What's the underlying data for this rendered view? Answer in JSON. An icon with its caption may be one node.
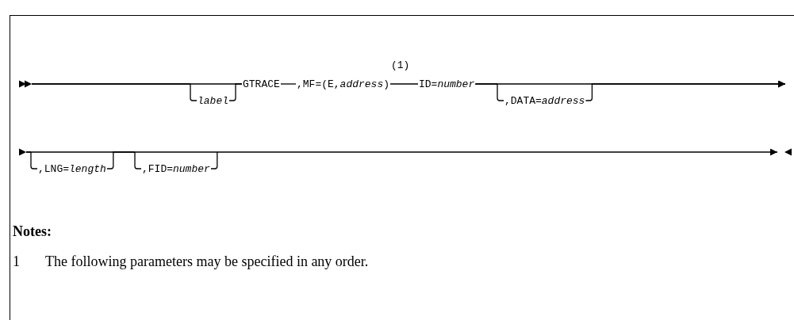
{
  "diagram": {
    "nodes": [
      {
        "text": [
          "label"
        ]
      },
      {
        "text": [
          "GTRACE"
        ]
      },
      {
        "text": [
          ",MF=(E,*address*)"
        ]
      },
      {
        "text": [
          "ID=*number*"
        ]
      },
      {
        "text": [
          ",DATA=*address*"
        ]
      },
      {
        "text": [
          ",LNG=*length*"
        ]
      },
      {
        "text": [
          ",FID=*number*"
        ]
      },
      {
        "text": [],
        "shape": "triangle"
      },
      {
        "text": [],
        "shape": "triangle"
      }
    ],
    "edges": [
      {
        "from": 7,
        "to": 1,
        "arrow": "none"
      },
      {
        "from": 7,
        "to": 0,
        "arrow": "none"
      },
      {
        "from": 0,
        "to": 1,
        "arrow": "none"
      },
      {
        "from": 1,
        "to": 2,
        "arrow": "none"
      },
      {
        "from": 2,
        "to": 3,
        "arrow": "none"
      },
      {
        "from": 3,
        "to": null,
        "arrow": "to"
      },
      {
        "from": 3,
        "to": 4,
        "arrow": "none"
      },
      {
        "from": 4,
        "to": null,
        "arrow": "to"
      },
      {
        "from": 8,
        "to": 5,
        "arrow": "none"
      },
      {
        "from": 5,
        "to": 6,
        "arrow": "none"
      },
      {
        "from": 6,
        "to": null,
        "arrow": "to"
      }
    ],
    "labels": [
      "(1)",
      "Notes:",
      "1",
      "The following parameters may be specified in any order."
    ]
  }
}
